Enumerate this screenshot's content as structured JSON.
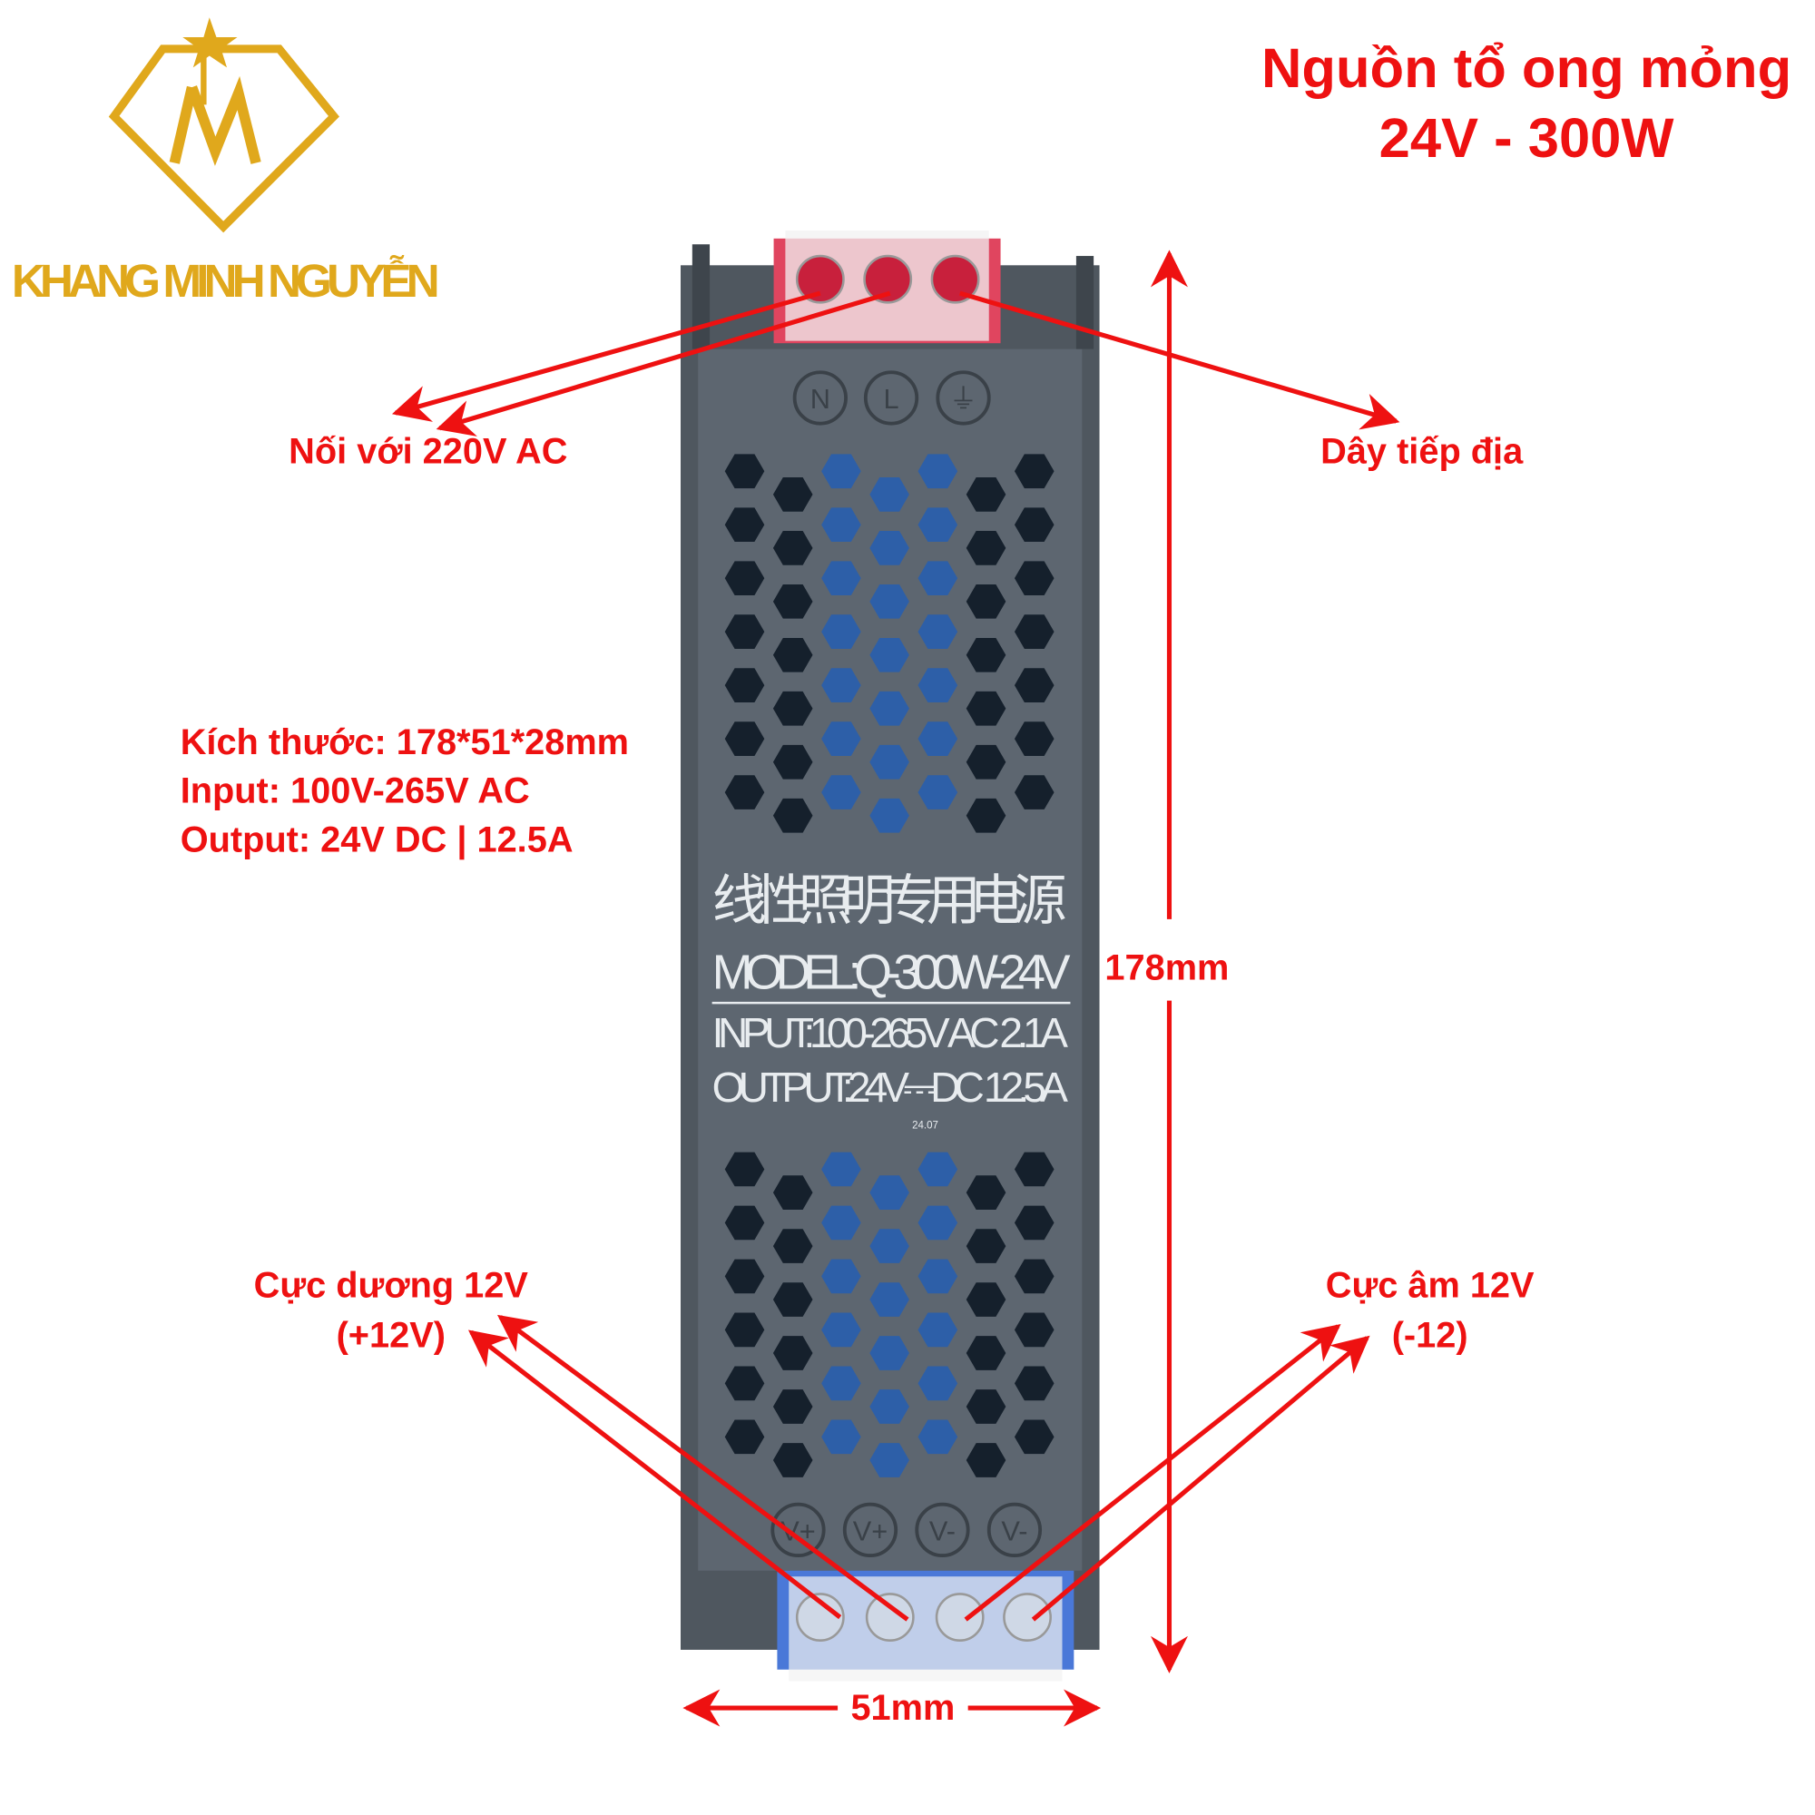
{
  "brand": {
    "name": "KHANG MINH NGUYỄN",
    "logo_letters": "KM",
    "color": "#e0a81c"
  },
  "title": {
    "line1": "Nguồn tổ ong mỏng",
    "line2": "24V - 300W",
    "color": "#ee1111"
  },
  "annotations": {
    "ac_input": "Nối với 220V AC",
    "ground": "Dây tiếp địa",
    "specs": [
      "Kích thước: 178*51*28mm",
      "Input: 100V-265V AC",
      "Output: 24V DC | 12.5A"
    ],
    "positive": [
      "Cực dương 12V",
      "(+12V)"
    ],
    "negative": [
      "Cực âm 12V",
      "(-12)"
    ],
    "height": "178mm",
    "width": "51mm"
  },
  "device_label": {
    "chinese": "线性照明专用电源",
    "model": "MODEL:Q-300W-24V",
    "input": "INPUT:100-265V AC 2.1A",
    "output": "OUTPUT:24V⎓DC 12.5A",
    "date_code": "24.07"
  },
  "terminals": {
    "top": [
      "N",
      "L",
      "⏚"
    ],
    "bottom": [
      "V+",
      "V+",
      "V-",
      "V-"
    ],
    "top_color": "#e0455f",
    "bottom_color": "#4a78d8"
  },
  "body_color": "#5d6670"
}
